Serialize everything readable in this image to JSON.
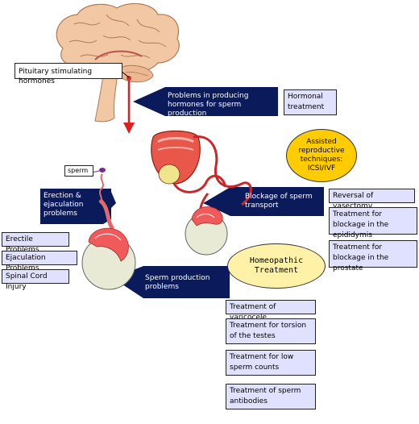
{
  "labels": {
    "pituitary": "Pituitary stimulating hormones",
    "hormone_problem": "Problems in producing hormones for sperm production",
    "hormonal_treatment": "Hormonal treatment",
    "assisted": "Assisted reproductive techniques: ICSI/IVF",
    "sperm": "sperm",
    "erection": "Erection & ejaculation problems",
    "blockage": "Blockage of sperm transport",
    "homeopathic": "Homeopathic Treatment",
    "sperm_production": "Sperm production problems"
  },
  "left_boxes": [
    "Erectile Problems",
    "Ejaculation Problems",
    "Spinal Cord Injury"
  ],
  "right_boxes": [
    "Reversal of vasectomy",
    "Treatment for blockage in the epididymis",
    "Treatment for blockage in the prostate"
  ],
  "bottom_boxes": [
    "Treatment of varicocele",
    "Treatment for torsion of the testes",
    "Treatment for low sperm counts",
    "Treatment of sperm antibodies"
  ],
  "colors": {
    "box_fill": "#e0e0ff",
    "navy": "#0b1a5a",
    "brain": "#f2c7a3",
    "red": "#e02020",
    "assisted_fill": "#ffcc00",
    "homeopathic_fill": "#fff2a8",
    "testis": "#e9ead6"
  },
  "icons": [
    "brain-illustration",
    "male-reproductive-illustration",
    "sperm-illustration",
    "testis-illustration"
  ]
}
